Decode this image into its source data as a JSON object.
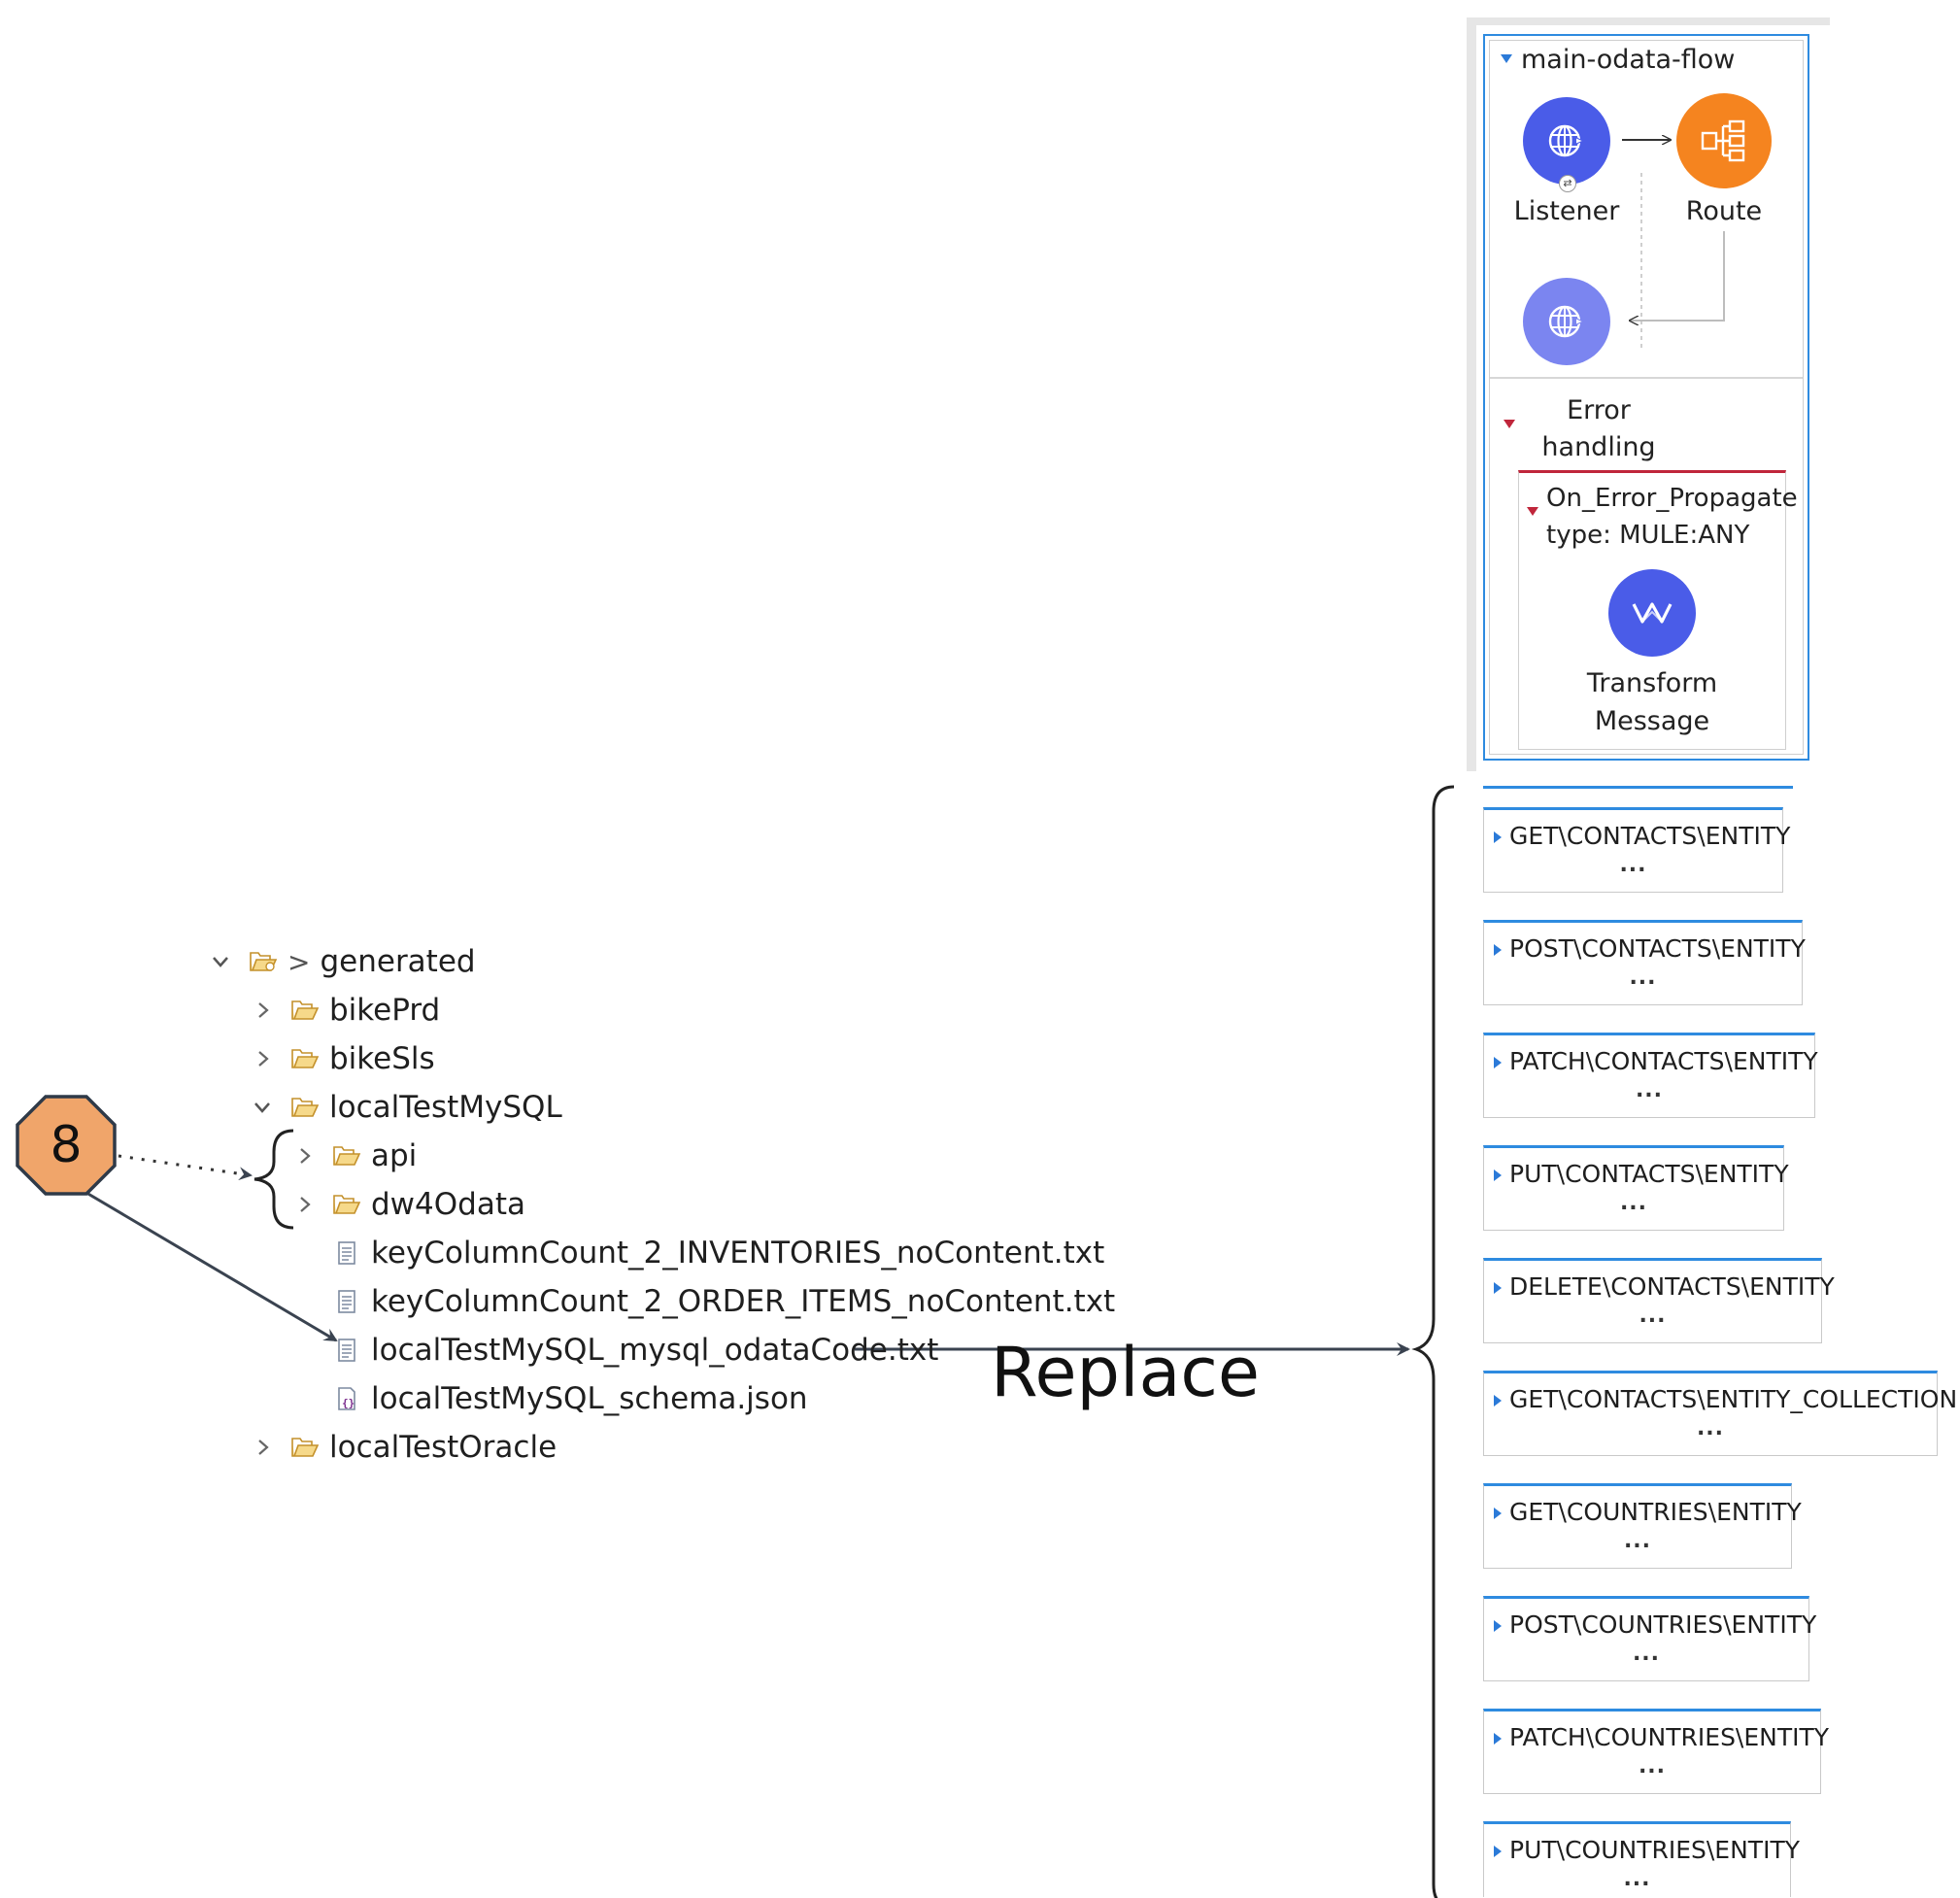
{
  "tree": {
    "generated": {
      "label": "generated",
      "prefix": ">"
    },
    "bikePrd": "bikePrd",
    "bikeSls": "bikeSls",
    "localTestMySQL": "localTestMySQL",
    "api": "api",
    "dw4Odata": "dw4Odata",
    "file_inventories": "keyColumnCount_2_INVENTORIES_noContent.txt",
    "file_order_items": "keyColumnCount_2_ORDER_ITEMS_noContent.txt",
    "file_odatacode": "localTestMySQL_mysql_odataCode.txt",
    "file_schema": "localTestMySQL_schema.json",
    "localTestOracle": "localTestOracle"
  },
  "badge": {
    "number": "8",
    "color": "#f0a56a"
  },
  "replace_label": "Replace",
  "flow": {
    "title": "main-odata-flow",
    "listener_label": "Listener",
    "route_label": "Route",
    "error_handling_line1": "Error",
    "error_handling_line2": "handling",
    "on_error_line1": "On_Error_Propagate",
    "on_error_line2": "type: MULE:ANY",
    "transform_line1": "Transform",
    "transform_line2": "Message",
    "colors": {
      "listener": "#4a5ce8",
      "route": "#f5841f",
      "transform": "#4a5ce8",
      "response": "#7b85f0",
      "accent": "#2e8be0"
    }
  },
  "routes": [
    {
      "label": "GET\\CONTACTS\\ENTITY",
      "dots": "..."
    },
    {
      "label": "POST\\CONTACTS\\ENTITY",
      "dots": "..."
    },
    {
      "label": "PATCH\\CONTACTS\\ENTITY",
      "dots": "..."
    },
    {
      "label": "PUT\\CONTACTS\\ENTITY",
      "dots": "..."
    },
    {
      "label": "DELETE\\CONTACTS\\ENTITY",
      "dots": "..."
    },
    {
      "label": "GET\\CONTACTS\\ENTITY_COLLECTION",
      "dots": "..."
    },
    {
      "label": "GET\\COUNTRIES\\ENTITY",
      "dots": "..."
    },
    {
      "label": "POST\\COUNTRIES\\ENTITY",
      "dots": "..."
    },
    {
      "label": "PATCH\\COUNTRIES\\ENTITY",
      "dots": "..."
    },
    {
      "label": "PUT\\COUNTRIES\\ENTITY",
      "dots": "..."
    }
  ]
}
